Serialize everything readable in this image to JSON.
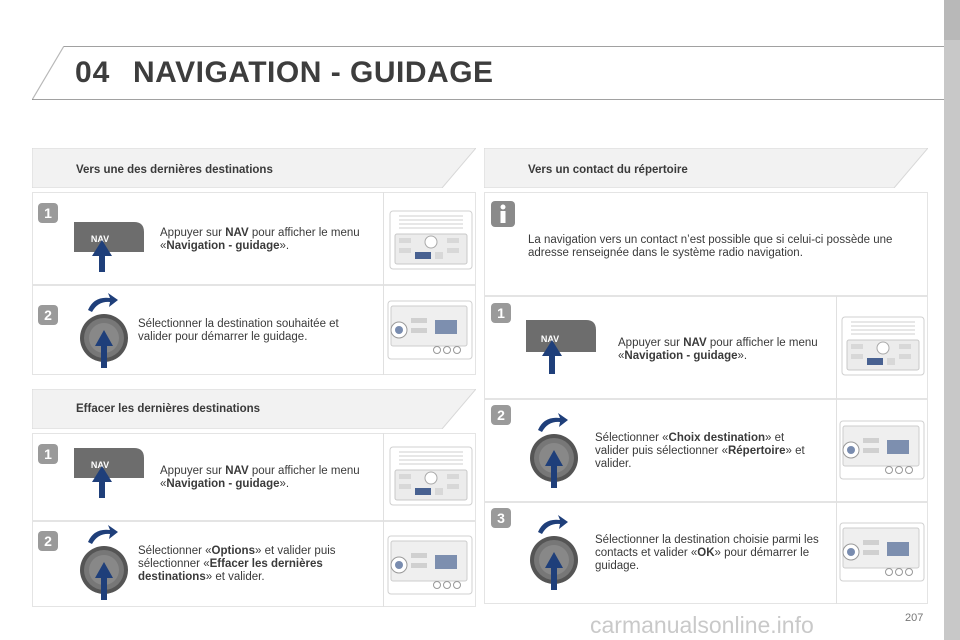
{
  "header": {
    "chapter": "04",
    "title": "NAVIGATION - GUIDAGE"
  },
  "page_number": "207",
  "footer_watermark": "carmanualsonline.info",
  "left": {
    "section1": {
      "heading": "Vers une des dernières destinations",
      "steps": [
        {
          "num": "1",
          "icon": "nav-button-icon",
          "pre": "Appuyer sur ",
          "b1": "NAV",
          "mid": " pour afficher le menu «",
          "b2": "Navigation - guidage",
          "post": "»."
        },
        {
          "num": "2",
          "icon": "rotary-knob-icon",
          "text": "Sélectionner la destination souhaitée et valider pour démarrer le guidage."
        }
      ]
    },
    "section2": {
      "heading": "Effacer les dernières destinations",
      "steps": [
        {
          "num": "1",
          "icon": "nav-button-icon",
          "pre": "Appuyer sur ",
          "b1": "NAV",
          "mid": " pour afficher le menu «",
          "b2": "Navigation - guidage",
          "post": "»."
        },
        {
          "num": "2",
          "icon": "rotary-knob-icon",
          "pre": "Sélectionner «",
          "b1": "Options",
          "mid": "» et valider puis sélectionner «",
          "b2": "Effacer les dernières destinations",
          "post": "» et valider."
        }
      ]
    }
  },
  "right": {
    "section1": {
      "heading": "Vers un contact du répertoire",
      "info": "La navigation vers un contact n’est possible que si celui-ci possède une adresse renseignée dans le système radio navigation.",
      "steps": [
        {
          "num": "1",
          "icon": "nav-button-icon",
          "pre": "Appuyer sur ",
          "b1": "NAV",
          "mid": " pour afficher le menu «",
          "b2": "Navigation - guidage",
          "post": "»."
        },
        {
          "num": "2",
          "icon": "rotary-knob-icon",
          "pre": "Sélectionner «",
          "b1": "Choix destination",
          "mid": "» et valider puis sélectionner «",
          "b2": "Répertoire",
          "post": "» et valider."
        },
        {
          "num": "3",
          "icon": "rotary-knob-icon",
          "pre": "Sélectionner la destination choisie parmi les contacts et valider «",
          "b1": "OK",
          "mid": "» pour démarrer le guidage.",
          "b2": "",
          "post": ""
        }
      ]
    }
  },
  "nav_label": "NAV",
  "colors": {
    "accent": "#1f3f7a",
    "badge": "#9a9a9a",
    "panel": "#dcdcdc"
  }
}
